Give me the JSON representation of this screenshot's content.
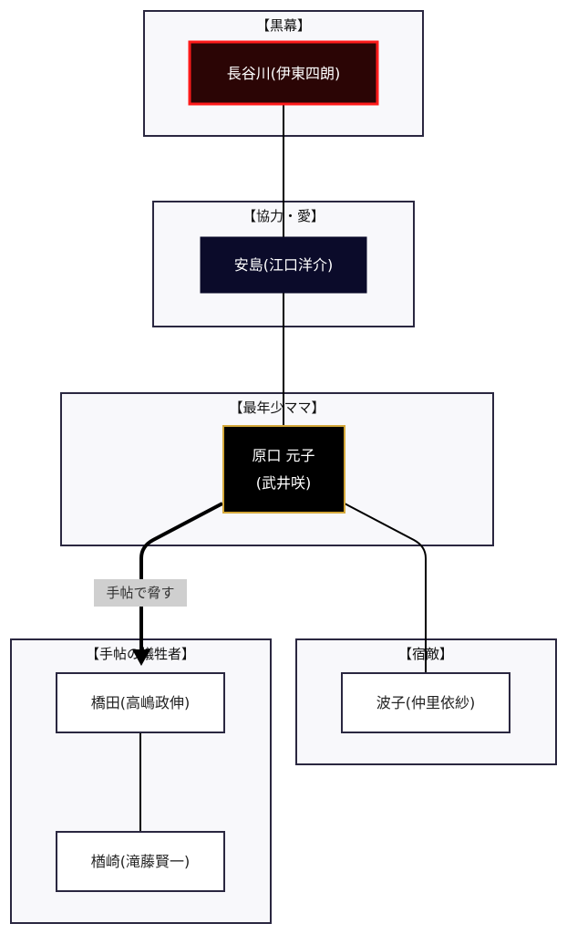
{
  "clusters": {
    "mastermind": "【黒幕】",
    "cooperation": "【協力・愛】",
    "youngest_mama": "【最年少ママ】",
    "victims": "【手帖の犠牲者】",
    "rival": "【宿敵】"
  },
  "nodes": {
    "hasegawa": "長谷川(伊東四朗)",
    "yasujima": "安島(江口洋介)",
    "haraguchi_line1": "原口 元子",
    "haraguchi_line2": "(武井咲)",
    "hashida": "橋田(高嶋政伸)",
    "narasaki": "楢崎(滝藤賢一)",
    "namiko": "波子(仲里依紗)"
  },
  "edges": {
    "threaten_label": "手帖で脅す"
  },
  "colors": {
    "cluster_fill": "#f8f8fb",
    "cluster_stroke": "#2a2740",
    "mastermind_fill": "#2b0505",
    "mastermind_stroke": "#ff1a1a",
    "yasujima_fill": "#0b0b2a",
    "haraguchi_fill": "#000000",
    "haraguchi_stroke": "#d4a83a",
    "plain_node_fill": "#ffffff",
    "plain_node_stroke": "#2a2740"
  }
}
